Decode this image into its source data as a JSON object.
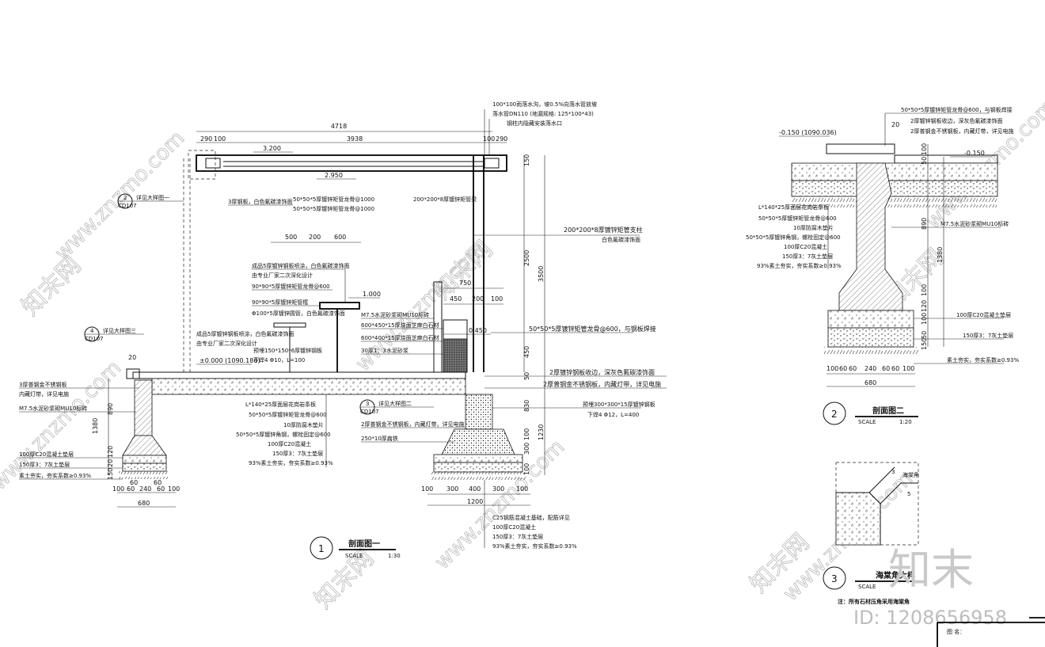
{
  "watermark": {
    "site": "www.znzmo.com",
    "brand": "知末网",
    "logo": "知末",
    "id_text": "ID: 1208656958"
  },
  "section1": {
    "title": "剖面图一",
    "number": "1",
    "scale_label": "SCALE",
    "scale_value": "1:30",
    "top_dims": {
      "overall": "4718",
      "left_a": "290",
      "left_b": "100",
      "middle": "3938",
      "right_b": "100",
      "right_a": "290"
    },
    "mid_dims": [
      "500",
      "200",
      "600"
    ],
    "right_dims": [
      "750",
      "450",
      "200",
      "100"
    ],
    "elevations": [
      "3.200",
      "2.950",
      "1.000",
      "0.450",
      "±0.000 (1090.186)"
    ],
    "vertical_dims_right": [
      "150",
      "2500",
      "3500",
      "450",
      "50",
      "830",
      "1230",
      "100",
      "300",
      "100"
    ],
    "vertical_dims_left": [
      "20",
      "890",
      "1380",
      "120",
      "20",
      "150"
    ],
    "bottom_left_dims": [
      "60",
      "60",
      "100",
      "60",
      "240",
      "60",
      "100",
      "680"
    ],
    "bottom_right_dims": [
      "100",
      "300",
      "400",
      "300",
      "100",
      "1200"
    ],
    "detail_refs": [
      {
        "num": "2",
        "sheet": "CD107",
        "note": "详见大样图一"
      },
      {
        "num": "4",
        "sheet": "CD107",
        "note": "详见大样图三"
      },
      {
        "num": "3",
        "sheet": "CD107",
        "note": "详见大样图二"
      }
    ],
    "top_notes": [
      "100*100雨落水沟，坡0.5%向落水管放坡",
      "落水管DN110 (地漏规格: 125*100*43)",
      "钢柱内隐藏安装落水口"
    ],
    "labels_left_upper": [
      "3厚钢板，白色氟碳漆饰面"
    ],
    "labels_roof": [
      "50*50*5厚镀锌矩管龙骨@1000",
      "50*50*5厚镀锌矩管龙骨@1000",
      "200*200*8厚镀锌矩管梁"
    ],
    "label_column": [
      "200*200*8厚镀锌矩管支柱",
      "白色氟碳漆饰面"
    ],
    "labels_bench": [
      "成品5厚镀锌钢板喷涂，白色氟碳漆饰面",
      "由专业厂家二次深化设计",
      "90*90*5厚镀锌矩管龙骨@600",
      "90*90*5厚镀锌矩管框",
      "Φ100*5厚镀锌圆管，白色氟碳漆饰面",
      "成品5厚镀锌钢板喷涂，白色氟碳漆饰面",
      "由专业厂家二次深化设计",
      "预埋150*150*6厚镀锌钢板",
      "下焊4 Φ10，L=100"
    ],
    "labels_wall": [
      "M7.5水泥砂浆砌MU10标砖",
      "600*450*15厚烧面芝麻白石材",
      "600*400*15厚烧面芝麻白石材",
      "30厚1：3水泥砂浆"
    ],
    "label_right_top": "50*50*5厚镀锌矩管龙骨@600，与钢板焊接",
    "labels_right_mid": [
      "2厚镀锌钢板收边，深灰色氟碳漆饰面",
      "2厚普钢金不锈钢板，内藏灯带，详见电施"
    ],
    "labels_floor_left": [
      "3厚普钢金不锈钢板",
      "内藏灯带，详见电施",
      "M7.5水泥砂浆砌MU10标砖",
      "100厚C20混凝土垫层",
      "150厚3：7灰土垫层",
      "素土夯实，夯实系数≥0.93%"
    ],
    "labels_floor_center": [
      "L*140*25厚面层花岗岩条板",
      "50*50*5厚镀锌矩管龙骨@600",
      "10厚防腐木垫片",
      "50*50*5厚镀锌角钢，螺栓固定@600",
      "100厚C20混凝土",
      "150厚3：7灰土垫层",
      "93%素土夯实，夯实系数≥0.93%"
    ],
    "labels_footing": [
      "2厚普钢金不锈钢板，内藏灯带，详见电施",
      "250*10厚扁铁",
      "预埋300*300*15厚镀锌钢板",
      "下焊4 Φ12，L=400"
    ],
    "labels_bottom": [
      "C25钢筋混凝土基础，配筋详见",
      "100厚C20混凝土",
      "150厚3：7灰土垫层",
      "93%素土夯实，夯实系数≥0.93%"
    ]
  },
  "section2": {
    "title": "剖面图二",
    "number": "2",
    "scale_label": "SCALE",
    "scale_value": "1:20",
    "elevations": [
      "-0.150 (1090.036)",
      "-0.150"
    ],
    "top_labels": [
      "50*50*5厚镀锌矩管龙骨@600，与钢板焊接",
      "2厚镀锌钢板收边，深灰色氟碳漆饰面",
      "2厚普钢金不锈钢板，内藏灯带，详见电施"
    ],
    "left_labels": [
      "L*140*25厚面层花岗岩条板",
      "50*50*5厚镀锌矩管龙骨@600",
      "10厚防腐木垫片",
      "50*50*5厚镀锌角钢，螺栓固定@600",
      "100厚C20混凝土",
      "150厚3：7灰土垫层",
      "93%素土夯实，夯实系数≥0.93%"
    ],
    "right_labels": [
      "M7.5水泥砂浆砌MU10标砖",
      "100厚C20混凝土垫层",
      "150厚3：7灰土垫层",
      "素土夯实，夯实系数≥0.93%"
    ],
    "vertical_dims": [
      "20",
      "50",
      "100",
      "890",
      "1380",
      "100",
      "120",
      "100",
      "50",
      "150"
    ],
    "bottom_dims": [
      "100",
      "60",
      "60",
      "240",
      "60",
      "60",
      "100",
      "680"
    ]
  },
  "section3": {
    "title": "海棠角大样",
    "number": "3",
    "scale_label": "SCALE",
    "note": "注：所有石材压角采用海棠角",
    "callout": "海棠角",
    "dims": [
      "3",
      "5"
    ],
    "title_block_label": "图 名："
  }
}
